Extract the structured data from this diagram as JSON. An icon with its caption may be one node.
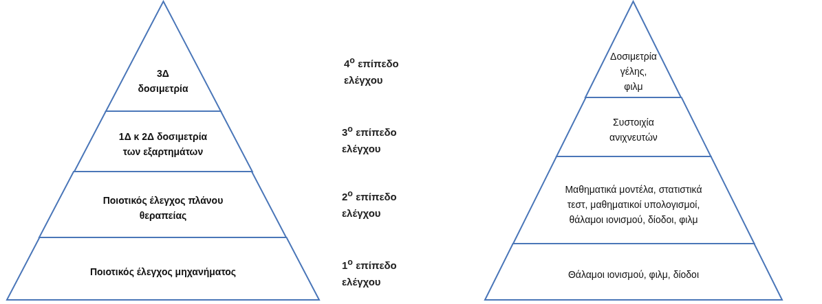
{
  "diagram": {
    "nodes": [
      {
        "text": [
          "3Δ δοσιμετρία"
        ]
      },
      {
        "text": [
          "1Δ κ 2Δ δοσιμετρία των εξαρτημάτων"
        ]
      },
      {
        "text": [
          "Ποιοτικός έλεγχος πλάνου θεραπείας"
        ]
      },
      {
        "text": [
          "Ποιοτικός έλεγχος  μηχανήματος"
        ]
      },
      {
        "text": [
          "Δοσιμετρία γέλης, φιλμ"
        ]
      },
      {
        "text": [
          "Συστοιχία ανιχνευτών"
        ]
      },
      {
        "text": [
          "Μαθηματικά μοντέλα, στατιστικά τεστ, μαθηματικοί υπολογισμοί, θάλαμοι ιονισμού, δίοδοι, φιλμ"
        ]
      },
      {
        "text": [
          "Θάλαμοι ιονισμού, φιλμ, δίοδοι"
        ]
      }
    ],
    "edges": [],
    "labels": [
      "4$^{ο}$ επίπεδο ελέγχου",
      "3$^{ο}$ επίπεδο ελέγχου",
      "2$^{ο}$ επίπεδο ελέγχου",
      "1$^{ο}$ επίπεδο ελέγχου"
    ]
  }
}
